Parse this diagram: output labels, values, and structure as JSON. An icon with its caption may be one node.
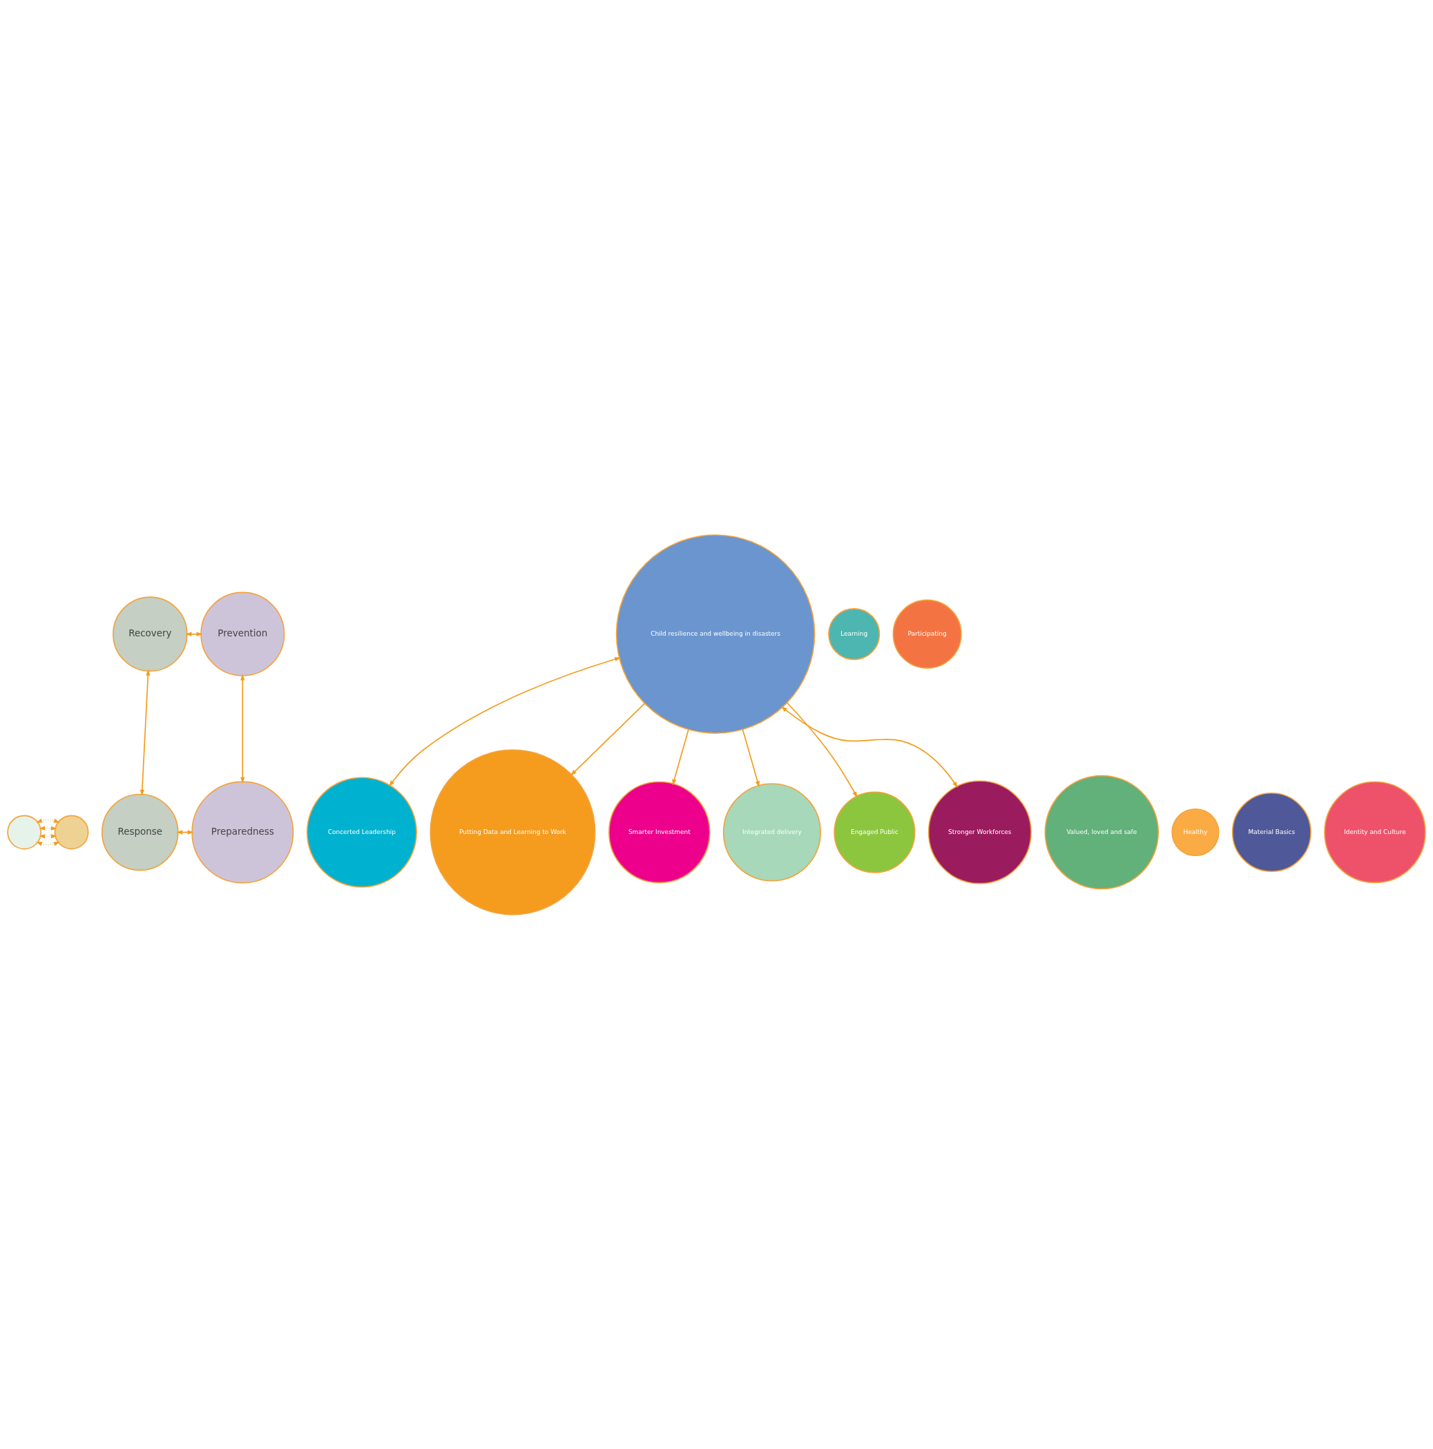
{
  "diagram": {
    "nodes": [
      {
        "text": [],
        "shape": "circle"
      },
      {
        "text": [
          "Recovery"
        ]
      },
      {
        "text": [
          "Prevention"
        ]
      },
      {
        "text": [
          "Response"
        ]
      },
      {
        "text": [
          "Preparedness"
        ]
      },
      {
        "text": [],
        "shape": "circle"
      },
      {
        "text": [
          "Concerted Leadership"
        ]
      },
      {
        "text": [
          "Putting Data and Learning to Work"
        ]
      },
      {
        "text": [
          "Smarter Investment"
        ]
      },
      {
        "text": [
          "Integrated delivery"
        ]
      },
      {
        "text": [
          "Engaged Public"
        ]
      },
      {
        "text": [
          "Stronger Workforces"
        ]
      },
      {
        "text": [
          "Valued, loved and safe"
        ]
      },
      {
        "text": [
          "Healthy"
        ]
      },
      {
        "text": [
          "Learning"
        ]
      },
      {
        "text": [
          "Participating"
        ]
      },
      {
        "text": [
          "Material Basics"
        ]
      },
      {
        "text": [
          "Identity and Culture"
        ]
      },
      {
        "text": [
          "Child resilience and wellbeing in disasters"
        ]
      }
    ],
    "edges": [
      {
        "from": 1,
        "to": 2,
        "arrow": "both"
      },
      {
        "from": 2,
        "to": 4,
        "arrow": "both"
      },
      {
        "from": 4,
        "to": 3,
        "arrow": "both"
      },
      {
        "from": 3,
        "to": 1,
        "arrow": "both"
      },
      {
        "from": 0,
        "to": 5,
        "arrow": "both",
        "style": "dashed"
      },
      {
        "from": 0,
        "to": 5,
        "arrow": "both",
        "style": "dashed"
      },
      {
        "from": 0,
        "to": 5,
        "arrow": "both",
        "style": "dashed"
      },
      {
        "from": 0,
        "to": 5,
        "arrow": "both",
        "style": "dashed"
      },
      {
        "from": 18,
        "to": 6,
        "arrow": "both"
      },
      {
        "from": 18,
        "to": 7,
        "arrow": "to"
      },
      {
        "from": 18,
        "to": 8,
        "arrow": "to"
      },
      {
        "from": 18,
        "to": 11,
        "arrow": "both"
      },
      {
        "from": 18,
        "to": 9,
        "arrow": "to"
      },
      {
        "from": 18,
        "to": 10,
        "arrow": "to"
      }
    ]
  }
}
